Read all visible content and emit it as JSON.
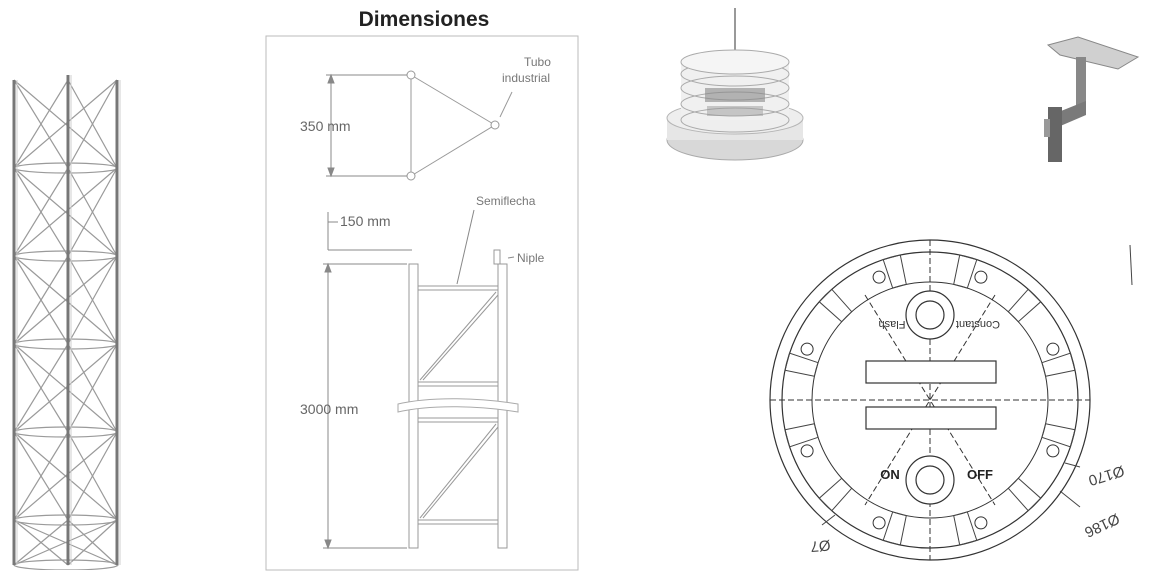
{
  "dimensions": {
    "title": "Dimensiones",
    "label_350": "350 mm",
    "label_150": "150 mm",
    "label_3000": "3000 mm",
    "label_tubo_1": "Tubo",
    "label_tubo_2": "industrial",
    "label_semiflecha": "Semiflecha",
    "label_niple": "Niple"
  },
  "base_plate": {
    "label_flash": "Flash",
    "label_constant": "Constant",
    "label_on": "ON",
    "label_off": "OFF",
    "label_170": "Ø170",
    "label_186": "Ø186",
    "label_7": "Ø7"
  }
}
